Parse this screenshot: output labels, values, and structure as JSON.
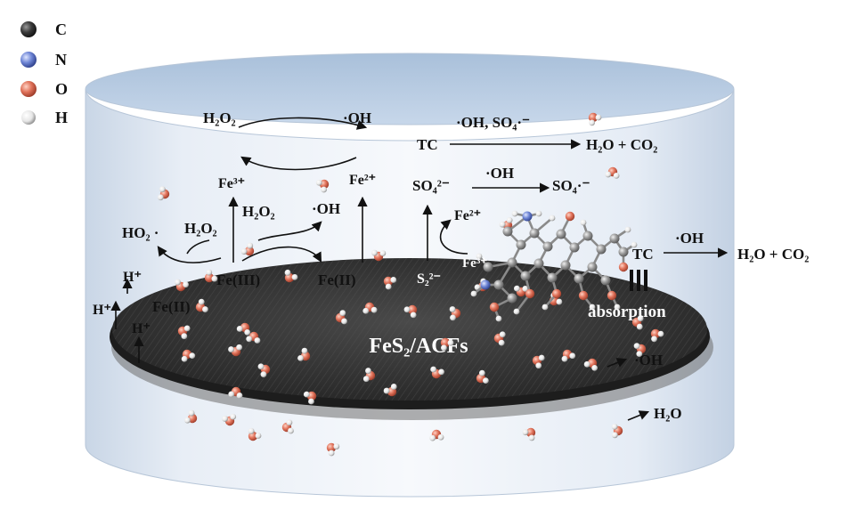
{
  "legend": [
    {
      "symbol": "C",
      "color": "#2a2a2a"
    },
    {
      "symbol": "N",
      "color": "#6f86d6"
    },
    {
      "symbol": "O",
      "color": "#e0725a"
    },
    {
      "symbol": "H",
      "color": "#f2f2f2"
    }
  ],
  "labels": {
    "h2o2_top": "H₂O₂",
    "oh_top": "·OH",
    "fe3": "Fe³⁺",
    "fe2": "Fe²⁺",
    "h2o2_mid": "H₂O₂",
    "oh_mid": "·OH",
    "ho2": "HO₂ ·",
    "h2o2_left": "H₂O₂",
    "feIII": "Fe(III)",
    "feII_center": "Fe(II)",
    "feII_left": "Fe(II)",
    "h_plus_1": "H⁺",
    "h_plus_2": "H⁺",
    "h_plus_3": "H⁺",
    "tc_top": "TC",
    "oh_so4_top": "·OH, SO₄·⁻",
    "h2o_co2_top": "H₂O + CO₂",
    "so4_2minus": "SO₄²⁻",
    "oh_so4_mid": "·OH",
    "so4_radical": "SO₄·⁻",
    "fe2_right": "Fe²⁺",
    "fe3_right": "Fe³⁺",
    "s2": "S₂²⁻",
    "tc_right": "TC",
    "oh_right": "·OH",
    "h2o_co2_right": "H₂O + CO₂",
    "absorption": "absorption",
    "disc_label": "FeS₂/ACFs",
    "oh_bottom": "·OH",
    "h2o_bottom": "H₂O"
  }
}
